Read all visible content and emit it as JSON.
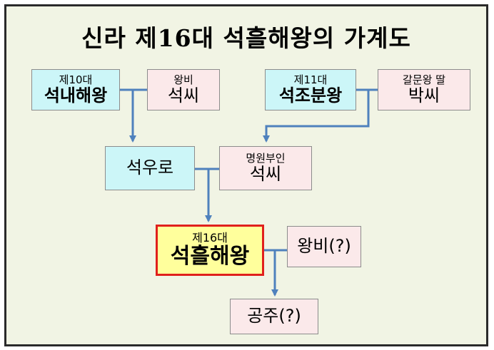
{
  "title": "신라 제16대 석흘해왕의 가계도",
  "nodes": {
    "seongnae": {
      "sub": "제10대",
      "name": "석내해왕"
    },
    "wangbi1": {
      "sub": "왕비",
      "name": "석씨"
    },
    "seokjobun": {
      "sub": "제11대",
      "name": "석조분왕"
    },
    "galmun": {
      "sub": "갈문왕 딸",
      "name": "박씨"
    },
    "seokuro": {
      "name": "석우로"
    },
    "myeongwon": {
      "sub": "명원부인",
      "name": "석씨"
    },
    "heulhae": {
      "sub": "제16대",
      "name": "석흘해왕"
    },
    "wangbi2": {
      "name": "왕비(?)"
    },
    "gongju": {
      "name": "공주(?)"
    }
  },
  "colors": {
    "king_box": "#ccf6f8",
    "spouse_box": "#fbe9ea",
    "highlight_box": "#ffff9c",
    "highlight_border": "#e0201c",
    "connector": "#4f81bd"
  }
}
